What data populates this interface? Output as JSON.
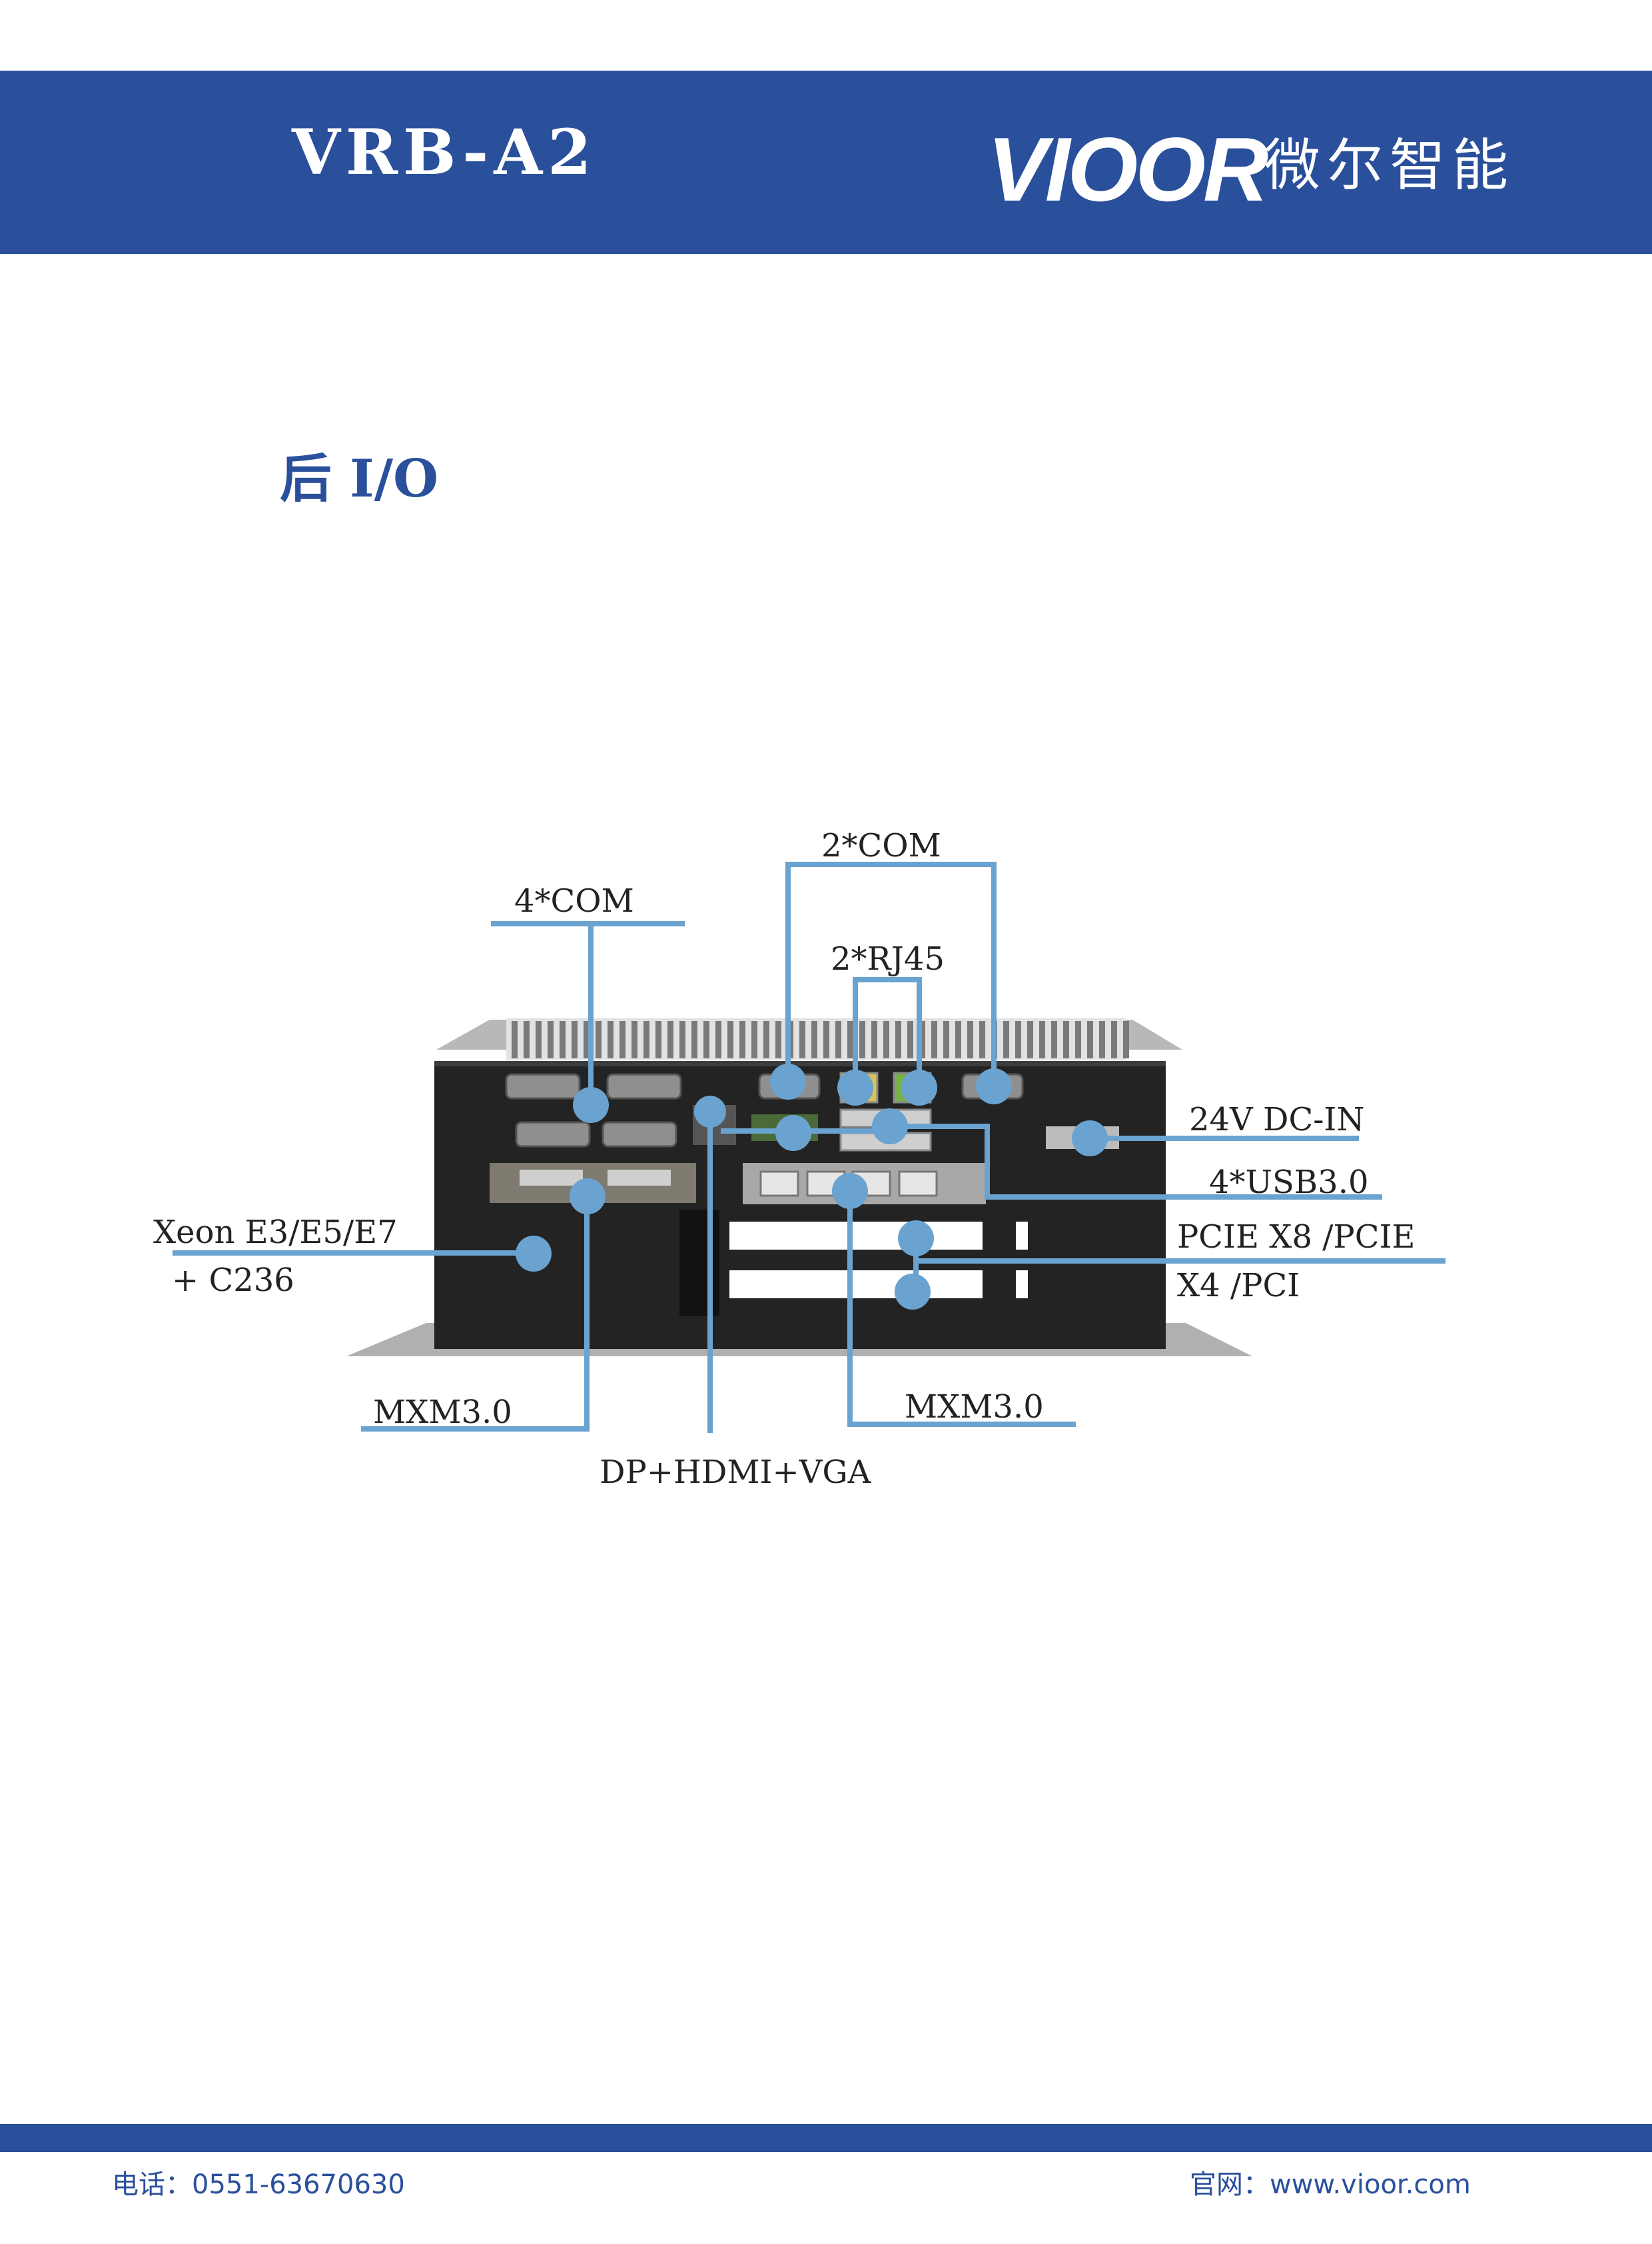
{
  "header": {
    "model": "VRB-A2",
    "brand": "VIOOR",
    "brand_cn": "微尔智能",
    "color": "#2a509c"
  },
  "section_title": "后 I/O",
  "diagram": {
    "line_color": "#6aa3d0",
    "labels": {
      "com4": "4*COM",
      "com2": "2*COM",
      "rj45": "2*RJ45",
      "dc_in": "24V DC-IN",
      "usb": "4*USB3.0",
      "pcie_line1": "PCIE X8 /PCIE",
      "pcie_line2": "X4 /PCI",
      "cpu_line1": "Xeon E3/E5/E7",
      "cpu_line2": "+ C236",
      "mxm_left": "MXM3.0",
      "mxm_right": "MXM3.0",
      "display": "DP+HDMI+VGA"
    }
  },
  "footer": {
    "phone": "电话：0551-63670630",
    "website": "官网：www.vioor.com"
  }
}
